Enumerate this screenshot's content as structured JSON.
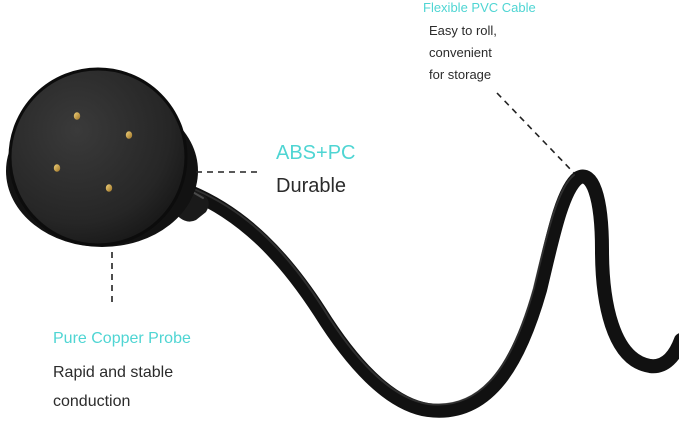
{
  "callouts": {
    "cable": {
      "heading": "Flexible PVC Cable",
      "lines": [
        "Easy to roll,",
        "convenient",
        "for storage"
      ]
    },
    "shell": {
      "heading": "ABS+PC",
      "lines": [
        "Durable"
      ]
    },
    "probe": {
      "heading": "Pure Copper Probe",
      "lines": [
        "Rapid and stable",
        "conduction"
      ]
    }
  },
  "colors": {
    "heading_accent": "#4fd5d3",
    "body_text": "#2b2b2b",
    "cable": "#111111",
    "charger_face": "#262626",
    "pins": "#c79a3c",
    "background": "#ffffff"
  }
}
